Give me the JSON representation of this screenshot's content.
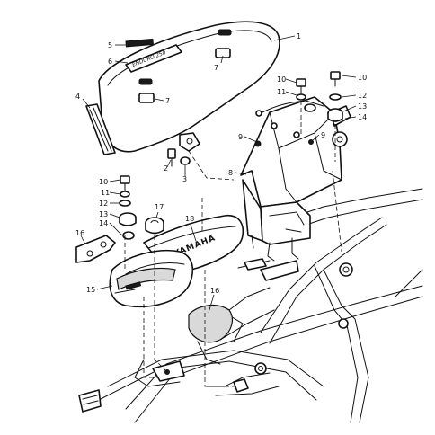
{
  "diagram": {
    "callouts": [
      {
        "id": "c1",
        "text": "1"
      },
      {
        "id": "c2",
        "text": "2"
      },
      {
        "id": "c3",
        "text": "3"
      },
      {
        "id": "c4",
        "text": "4"
      },
      {
        "id": "c5",
        "text": "5"
      },
      {
        "id": "c6",
        "text": "6"
      },
      {
        "id": "c7a",
        "text": "7"
      },
      {
        "id": "c7b",
        "text": "7"
      },
      {
        "id": "c8",
        "text": "8"
      },
      {
        "id": "c9a",
        "text": "9"
      },
      {
        "id": "c9b",
        "text": "9"
      },
      {
        "id": "c10a",
        "text": "10"
      },
      {
        "id": "c10b",
        "text": "10"
      },
      {
        "id": "c10c",
        "text": "10"
      },
      {
        "id": "c11a",
        "text": "11"
      },
      {
        "id": "c11b",
        "text": "11"
      },
      {
        "id": "c12a",
        "text": "12"
      },
      {
        "id": "c12b",
        "text": "12"
      },
      {
        "id": "c13a",
        "text": "13"
      },
      {
        "id": "c13b",
        "text": "13"
      },
      {
        "id": "c14a",
        "text": "14"
      },
      {
        "id": "c14b",
        "text": "14"
      },
      {
        "id": "c15",
        "text": "15"
      },
      {
        "id": "c16a",
        "text": "16"
      },
      {
        "id": "c16b",
        "text": "16"
      },
      {
        "id": "c17",
        "text": "17"
      },
      {
        "id": "c18",
        "text": "18"
      }
    ],
    "cover_brand_text": "YAMAHA",
    "side_cover_emblem_text": "ENDURO 250"
  }
}
